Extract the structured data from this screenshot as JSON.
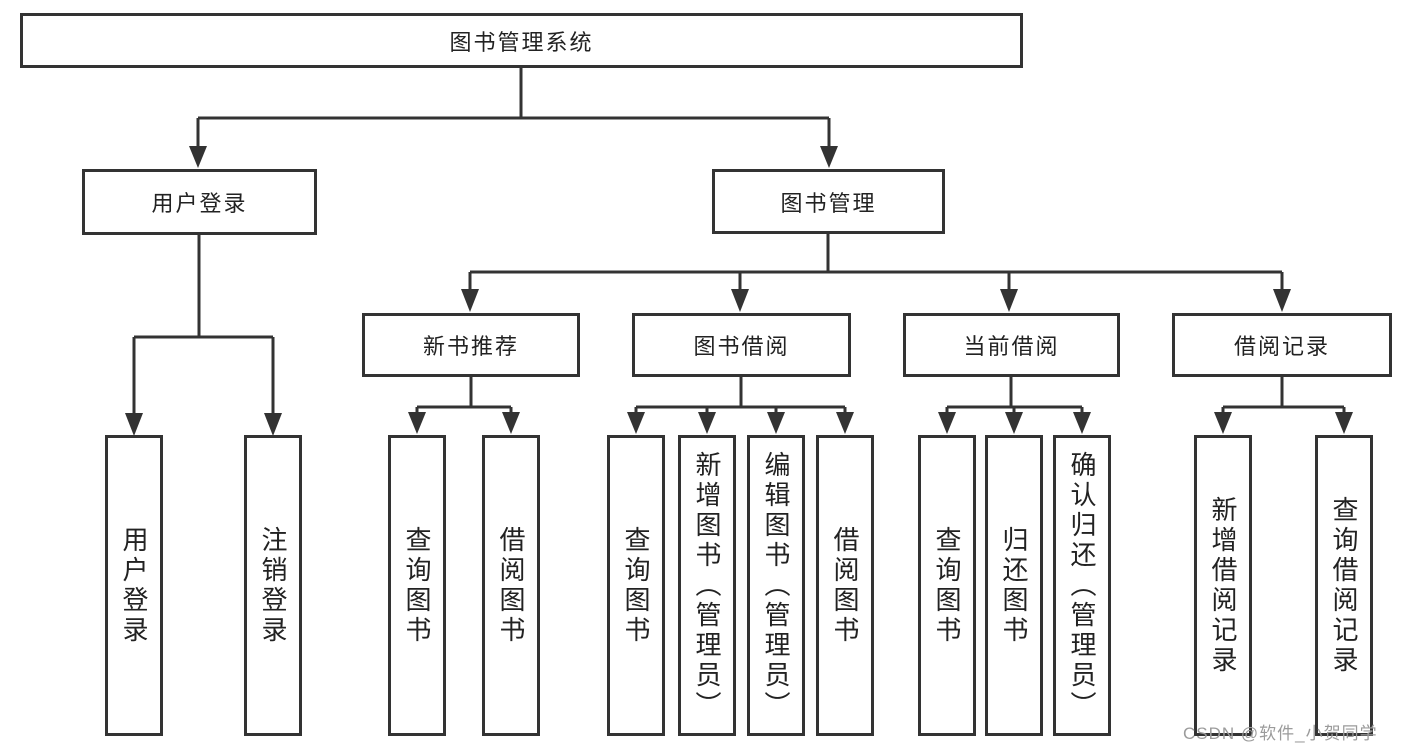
{
  "diagram": {
    "title": "图书管理系统",
    "nodes": {
      "root": "图书管理系统",
      "level2": [
        "用户登录",
        "图书管理"
      ],
      "level3": [
        "新书推荐",
        "图书借阅",
        "当前借阅",
        "借阅记录"
      ],
      "leaves_login": [
        "用户登录",
        "注销登录"
      ],
      "leaves_recommend": [
        "查询图书",
        "借阅图书"
      ],
      "leaves_borrow": [
        "查询图书",
        "新增图书（管理员）",
        "编辑图书（管理员）",
        "借阅图书"
      ],
      "leaves_current": [
        "查询图书",
        "归还图书",
        "确认归还（管理员）"
      ],
      "leaves_records": [
        "新增借阅记录",
        "查询借阅记录"
      ]
    },
    "colors": {
      "line": "#333333",
      "text": "#222222",
      "box_background": "#ffffff",
      "watermark": "#9b9b9b"
    }
  },
  "watermark": "CSDN @软件_小贺同学"
}
